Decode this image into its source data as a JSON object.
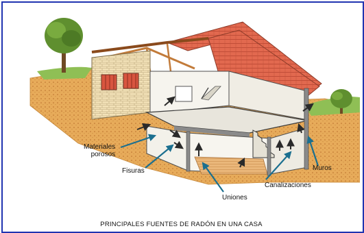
{
  "figure": {
    "caption": "PRINCIPALES FUENTES DE RADÓN EN UNA CASA",
    "labels": {
      "materiales": [
        "Materiales",
        "porosos"
      ],
      "fisuras": "Fisuras",
      "uniones": "Uniones",
      "canalizaciones": "Canalizaciones",
      "muros": "Muros"
    },
    "colors": {
      "frame": "#1f33b0",
      "roof": "#e0684e",
      "ground": "#e2a24d",
      "arrow": "#1b6f8f",
      "tree": "#5f8f2f"
    },
    "icons": [
      "tree-icon",
      "house-illustration",
      "radon-arrow-icon"
    ]
  }
}
